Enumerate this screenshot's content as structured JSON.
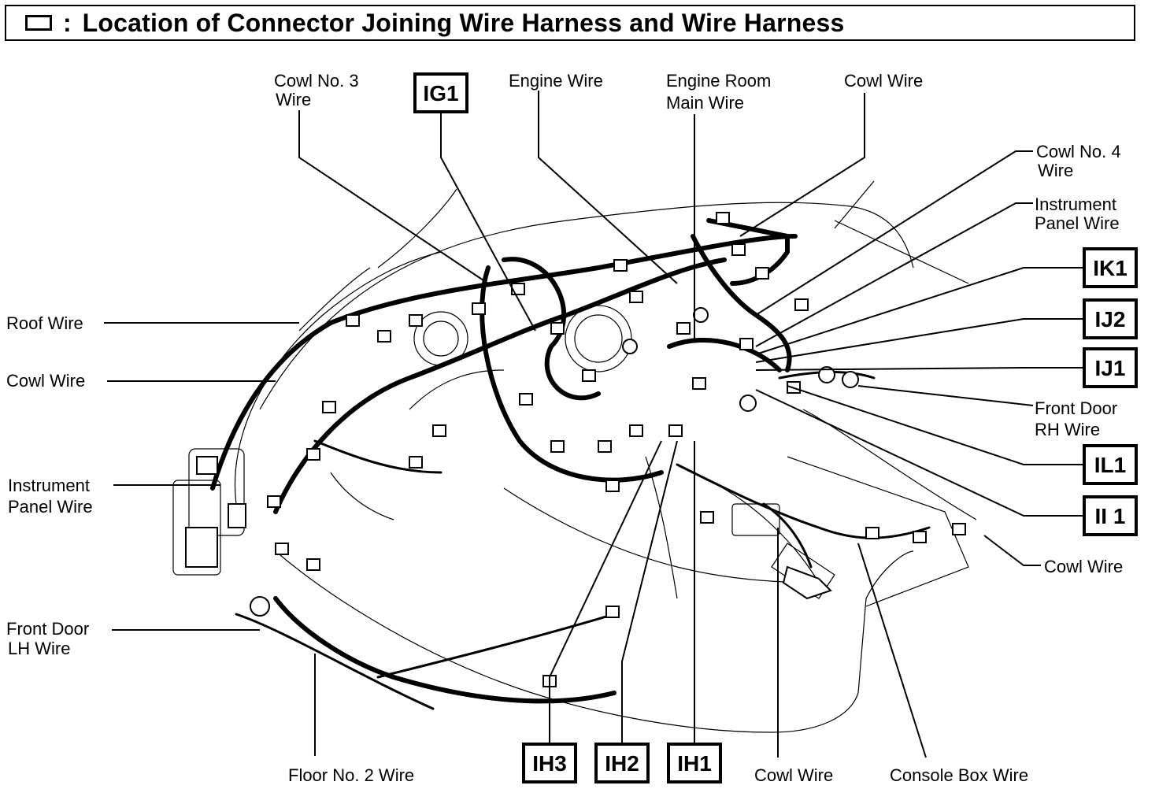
{
  "title": "Location of Connector Joining Wire Harness and Wire Harness",
  "title_colon": ":",
  "labels": {
    "cowl3_l1": "Cowl No. 3",
    "cowl3_l2": "Wire",
    "engine_wire": "Engine Wire",
    "erm_l1": "Engine Room",
    "erm_l2": "Main Wire",
    "cowl_wire_top": "Cowl Wire",
    "cowl4_l1": "Cowl No. 4",
    "cowl4_l2": "Wire",
    "ip_right_l1": "Instrument",
    "ip_right_l2": "Panel Wire",
    "roof_wire": "Roof Wire",
    "cowl_wire_left": "Cowl Wire",
    "ip_left_l1": "Instrument",
    "ip_left_l2": "Panel Wire",
    "fd_lh_l1": "Front Door",
    "fd_lh_l2": "LH Wire",
    "fd_rh_l1": "Front Door",
    "fd_rh_l2": "RH  Wire",
    "cowl_wire_right": "Cowl Wire",
    "floor2": "Floor No. 2 Wire",
    "cowl_wire_bottom": "Cowl Wire",
    "console_box": "Console Box Wire"
  },
  "codes": {
    "ig1": "IG1",
    "ik1": "IK1",
    "ij2": "IJ2",
    "ij1": "IJ1",
    "il1": "IL1",
    "ii1": "II 1",
    "ih3": "IH3",
    "ih2": "IH2",
    "ih1": "IH1"
  }
}
